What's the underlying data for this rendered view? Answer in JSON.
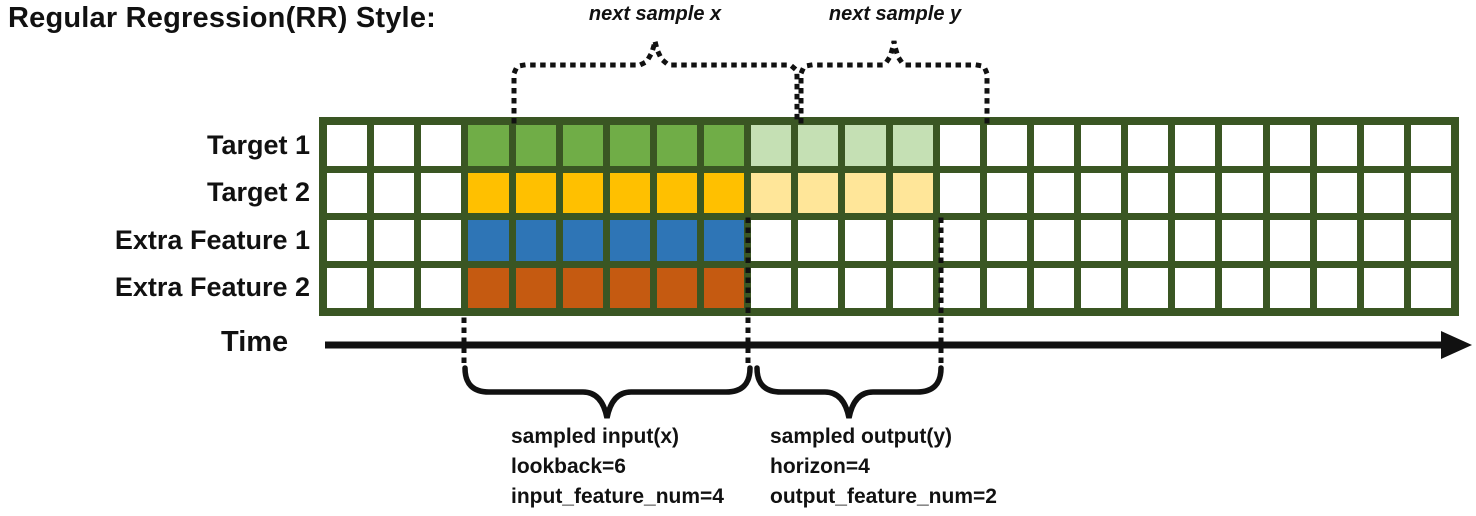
{
  "title": "Regular Regression(RR) Style:",
  "grid": {
    "columns": 24,
    "input_range": [
      3,
      9
    ],
    "output_range": [
      9,
      13
    ],
    "border_color": "#3A5623",
    "cell_color": "#FFFFFF",
    "rows": [
      {
        "name": "Target 1",
        "input_color": "#70AD47",
        "output_color": "#C5E0B4"
      },
      {
        "name": "Target 2",
        "input_color": "#FFC000",
        "output_color": "#FFE699"
      },
      {
        "name": "Extra Feature 1",
        "input_color": "#2E75B6",
        "output_color": null
      },
      {
        "name": "Extra Feature 2",
        "input_color": "#C55A11",
        "output_color": null
      }
    ]
  },
  "annotations": {
    "next_sample_x": "next sample x",
    "next_sample_y": "next sample y",
    "time_label": "Time",
    "input_lines": [
      "sampled input(x)",
      "lookback=6",
      "input_feature_num=4"
    ],
    "output_lines": [
      "sampled output(y)",
      "horizon=4",
      "output_feature_num=2"
    ]
  }
}
